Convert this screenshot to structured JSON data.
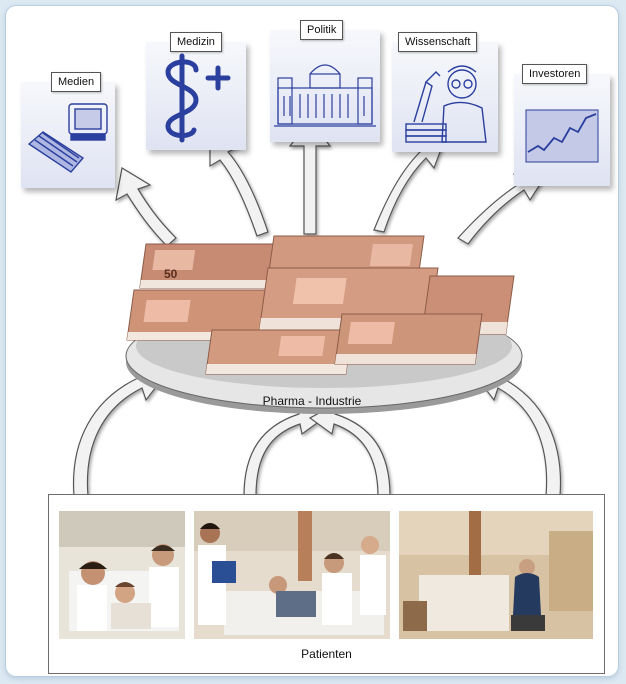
{
  "categories": {
    "medien": "Medien",
    "medizin": "Medizin",
    "politik": "Politik",
    "wissenschaft": "Wissenschaft",
    "investoren": "Investoren"
  },
  "center": {
    "label": "Pharma - Industrie",
    "banknote_value": "50"
  },
  "bottom": {
    "label": "Patienten"
  },
  "colors": {
    "icon_blue": "#2b3f9e",
    "arrow_fill": "#f2f2f2",
    "box_top": "#f7f8fc",
    "box_bottom": "#dfe3f2"
  }
}
